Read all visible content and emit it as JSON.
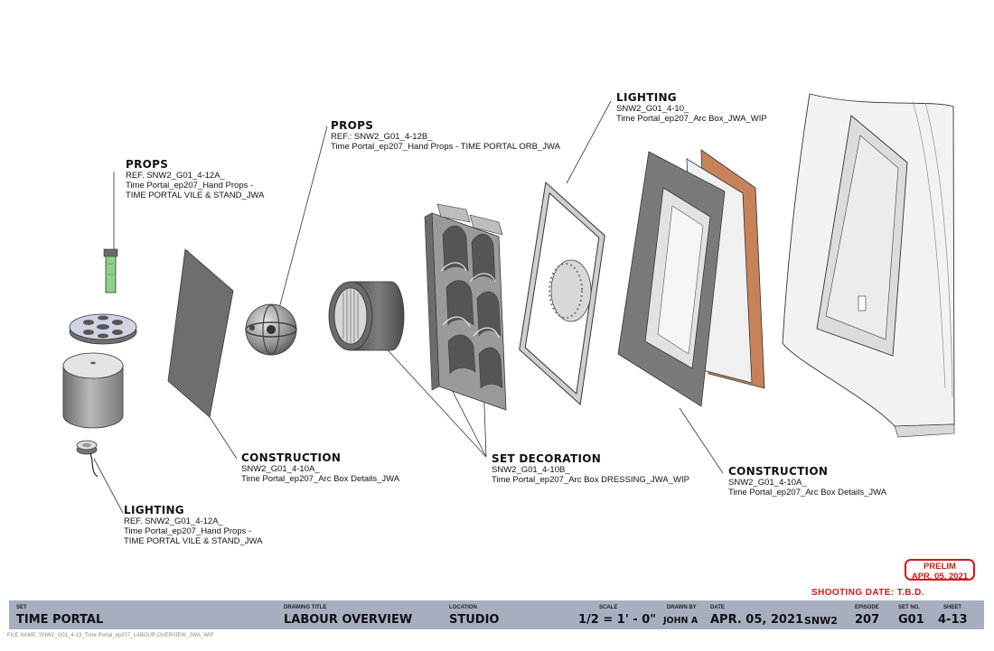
{
  "callouts": [
    {
      "id": "props-vile",
      "head": "PROPS",
      "lines": [
        "REF.  SNW2_G01_4-12A_",
        "Time Portal_ep207_Hand Props -",
        "TIME PORTAL VILE & STAND_JWA"
      ]
    },
    {
      "id": "props-orb",
      "head": "PROPS",
      "lines": [
        "REF.: SNW2_G01_4-12B_",
        "Time Portal_ep207_Hand Props - TIME PORTAL ORB_JWA"
      ]
    },
    {
      "id": "lighting-top",
      "head": "LIGHTING",
      "lines": [
        "SNW2_G01_4-10_",
        "Time Portal_ep207_Arc Box_JWA_WIP"
      ]
    },
    {
      "id": "construction-left",
      "head": "CONSTRUCTION",
      "lines": [
        "SNW2_G01_4-10A_",
        "Time Portal_ep207_Arc Box Details_JWA"
      ]
    },
    {
      "id": "set-decoration",
      "head": "SET DECORATION",
      "lines": [
        "SNW2_G01_4-10B_",
        "Time Portal_ep207_Arc Box DRESSING_JWA_WIP"
      ]
    },
    {
      "id": "construction-right",
      "head": "CONSTRUCTION",
      "lines": [
        "SNW2_G01_4-10A_",
        "Time Portal_ep207_Arc Box Details_JWA"
      ]
    },
    {
      "id": "lighting-bottom",
      "head": "LIGHTING",
      "lines": [
        "REF.  SNW2_G01_4-12A_",
        "Time Portal_ep207_Hand Props -",
        "TIME PORTAL VILE & STAND_JWA"
      ]
    }
  ],
  "stamp": {
    "line1": "PRELIM",
    "line2": "APR. 05, 2021"
  },
  "shooting_date": "SHOOTING DATE:  T.B.D.",
  "title_block": {
    "set_label": "SET",
    "set": "TIME PORTAL",
    "drawing_title_label": "DRAWING TITLE",
    "drawing_title": "LABOUR OVERVIEW",
    "location_label": "LOCATION",
    "location": "STUDIO",
    "scale_label": "SCALE",
    "scale": "1/2 = 1' - 0\"",
    "drawn_by_label": "DRAWN BY",
    "drawn_by": "JOHN A",
    "date_label": "DATE",
    "date": "APR. 05, 2021",
    "show": "SNW2",
    "episode_label": "EPISODE",
    "episode": "207",
    "set_no_label": "SET NO.",
    "set_no": "G01",
    "sheet_label": "SHEET",
    "sheet": "4-13"
  },
  "file_name": "FILE NAME:  SNW2_G01_4-13_Time Portal_ep207_LABOUR OVERVIEW_JWA_WIP",
  "colors": {
    "accent_red": "#d0171b",
    "title_bar": "#a7aec0",
    "part_grey": "#8a8a8a",
    "wood": "#c7825a",
    "vial_green": "#8fd08a"
  }
}
